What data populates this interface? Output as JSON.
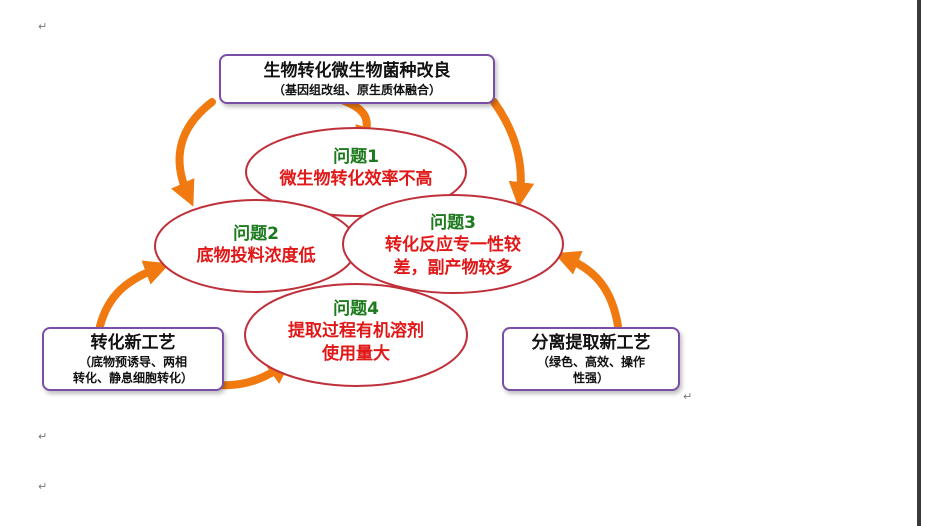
{
  "top_box": {
    "title": "生物转化微生物菌种改良",
    "subtitle": "（基因组改组、原生质体融合）"
  },
  "left_box": {
    "title": "转化新工艺",
    "subtitle_line1": "（底物预诱导、两相",
    "subtitle_line2": "转化、静息细胞转化）"
  },
  "right_box": {
    "title": "分离提取新工艺",
    "subtitle_line1": "（绿色、高效、操作",
    "subtitle_line2": "性强）"
  },
  "problems": [
    {
      "title": "问题1",
      "desc_line1": "微生物转化效率不高",
      "desc_line2": ""
    },
    {
      "title": "问题2",
      "desc_line1": "底物投料浓度低",
      "desc_line2": ""
    },
    {
      "title": "问题3",
      "desc_line1": "转化反应专一性较",
      "desc_line2": "差，副产物较多"
    },
    {
      "title": "问题4",
      "desc_line1": "提取过程有机溶剂",
      "desc_line2": "使用量大"
    }
  ],
  "paragraph_mark": "↵",
  "colors": {
    "box_border": "#7a4ea6",
    "oval_border": "#c0303a",
    "arrow": "#f07a10",
    "problem_title": "#1e7a1e",
    "problem_desc": "#e01818"
  }
}
